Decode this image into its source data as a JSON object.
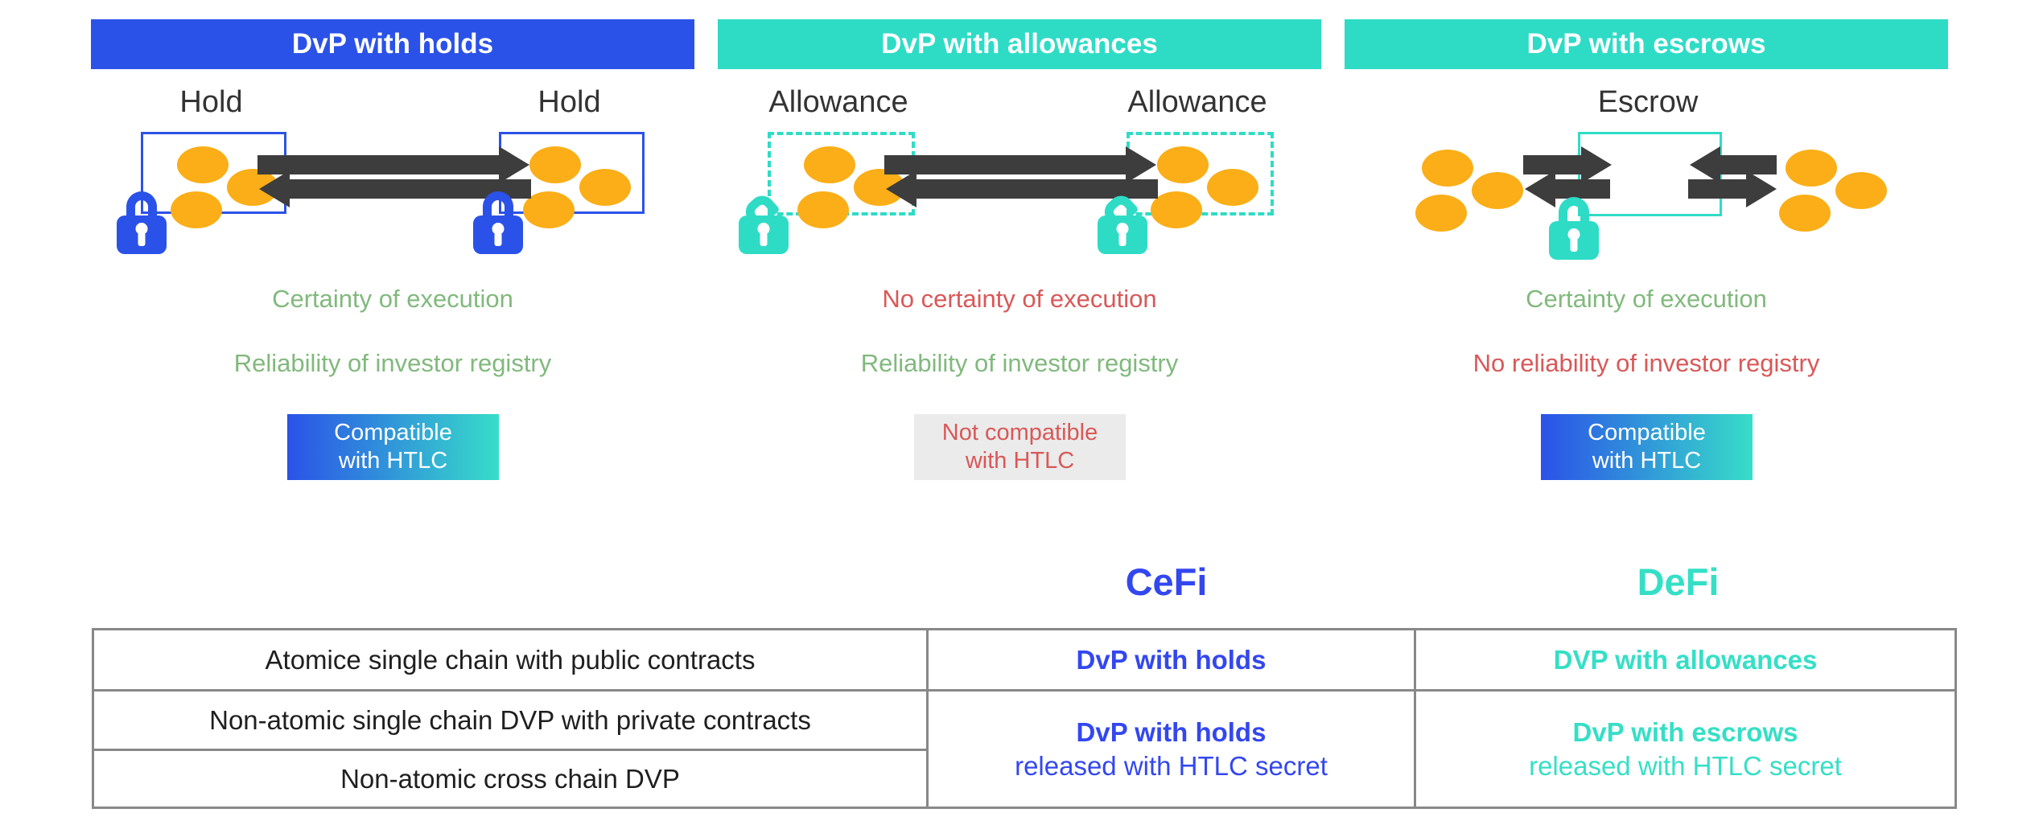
{
  "colors": {
    "blue": "#2b52e8",
    "teal": "#2edcc6",
    "text_blue": "#3347ef",
    "text_teal": "#35dfc6",
    "green_text": "#81b97d",
    "red_text": "#d95858",
    "token_orange": "#fbae17",
    "arrow_dark": "#3d3d3d",
    "neutral_chip_bg": "#ebebeb",
    "table_border": "#888888"
  },
  "columns": [
    {
      "header": "DvP with holds",
      "box_labels": [
        "Hold",
        "Hold"
      ],
      "locks": [
        "locked",
        "locked"
      ],
      "token_clusters": 2,
      "tokens_per_cluster": 3,
      "execution_line": "Certainty of execution",
      "registry_line": "Reliability of investor registry",
      "htlc_line1": "Compatible",
      "htlc_line2": "with HTLC",
      "htlc_compatible": true
    },
    {
      "header": "DvP with allowances",
      "box_labels": [
        "Allowance",
        "Allowance"
      ],
      "locks": [
        "unlocked",
        "unlocked"
      ],
      "token_clusters": 2,
      "tokens_per_cluster": 3,
      "execution_line": "No certainty of execution",
      "registry_line": "Reliability of investor registry",
      "htlc_line1": "Not compatible",
      "htlc_line2": "with HTLC",
      "htlc_compatible": false
    },
    {
      "header": "DvP with escrows",
      "box_labels": [
        "Escrow"
      ],
      "locks": [
        "locked"
      ],
      "token_clusters": 2,
      "tokens_per_cluster": 3,
      "execution_line": "Certainty of execution",
      "registry_line": "No reliability of investor registry",
      "htlc_line1": "Compatible",
      "htlc_line2": "with HTLC",
      "htlc_compatible": true
    }
  ],
  "comparison_table": {
    "column_headers": [
      "CeFi",
      "DeFi"
    ],
    "rows": [
      {
        "scenario": "Atomice single chain with public contracts",
        "cefi": "DvP with holds",
        "defi": "DVP with allowances"
      },
      {
        "scenario": "Non-atomic single chain DVP with private contracts"
      },
      {
        "scenario": "Non-atomic cross chain DVP"
      }
    ],
    "cefi_merged": {
      "line1": "DvP with holds",
      "line2": "released with HTLC secret"
    },
    "defi_merged": {
      "line1": "DvP with escrows",
      "line2": "released with HTLC secret"
    }
  }
}
